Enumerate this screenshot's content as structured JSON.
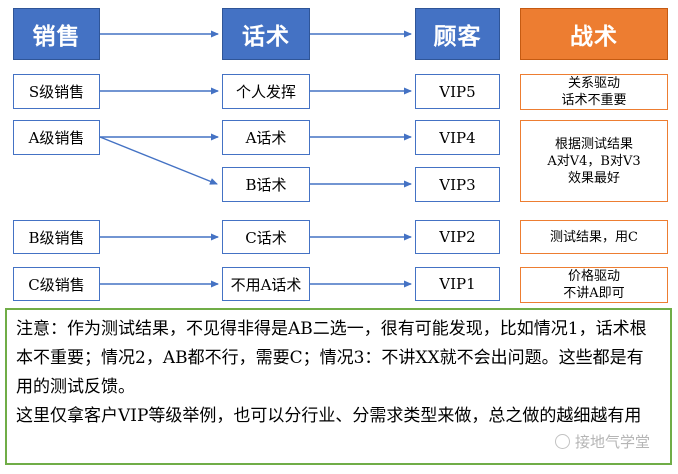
{
  "colors": {
    "header_blue": "#4472C4",
    "header_orange": "#ED7D31",
    "cell_border_blue": "#4472C4",
    "tactic_border_orange": "#ED7D31",
    "note_border_green": "#70AD47",
    "arrow_blue": "#4472C4",
    "watermark_gray": "#b5b5b5"
  },
  "headers": {
    "sales": "销售",
    "script": "话术",
    "customer": "顾客",
    "tactic": "战术"
  },
  "sales": [
    "S级销售",
    "A级销售",
    "B级销售",
    "C级销售"
  ],
  "scripts": [
    "个人发挥",
    "A话术",
    "B话术",
    "C话术",
    "不用A话术"
  ],
  "customers": [
    "VIP5",
    "VIP4",
    "VIP3",
    "VIP2",
    "VIP1"
  ],
  "tactics": [
    [
      "关系驱动",
      "话术不重要"
    ],
    [
      "根据测试结果",
      "A对V4，B对V3",
      "效果最好"
    ],
    [
      "测试结果，用C"
    ],
    [
      "价格驱动",
      "不讲A即可"
    ]
  ],
  "note": {
    "p1": "注意：作为测试结果，不见得非得是AB二选一，很有可能发现，比如情况1，话术根本不重要；情况2，AB都不行，需要C；情况3：不讲XX就不会出问题。这些都是有用的测试反馈。",
    "p2": "这里仅拿客户VIP等级举例，也可以分行业、分需求类型来做，总之做的越细越有用"
  },
  "watermark": "接地气学堂"
}
